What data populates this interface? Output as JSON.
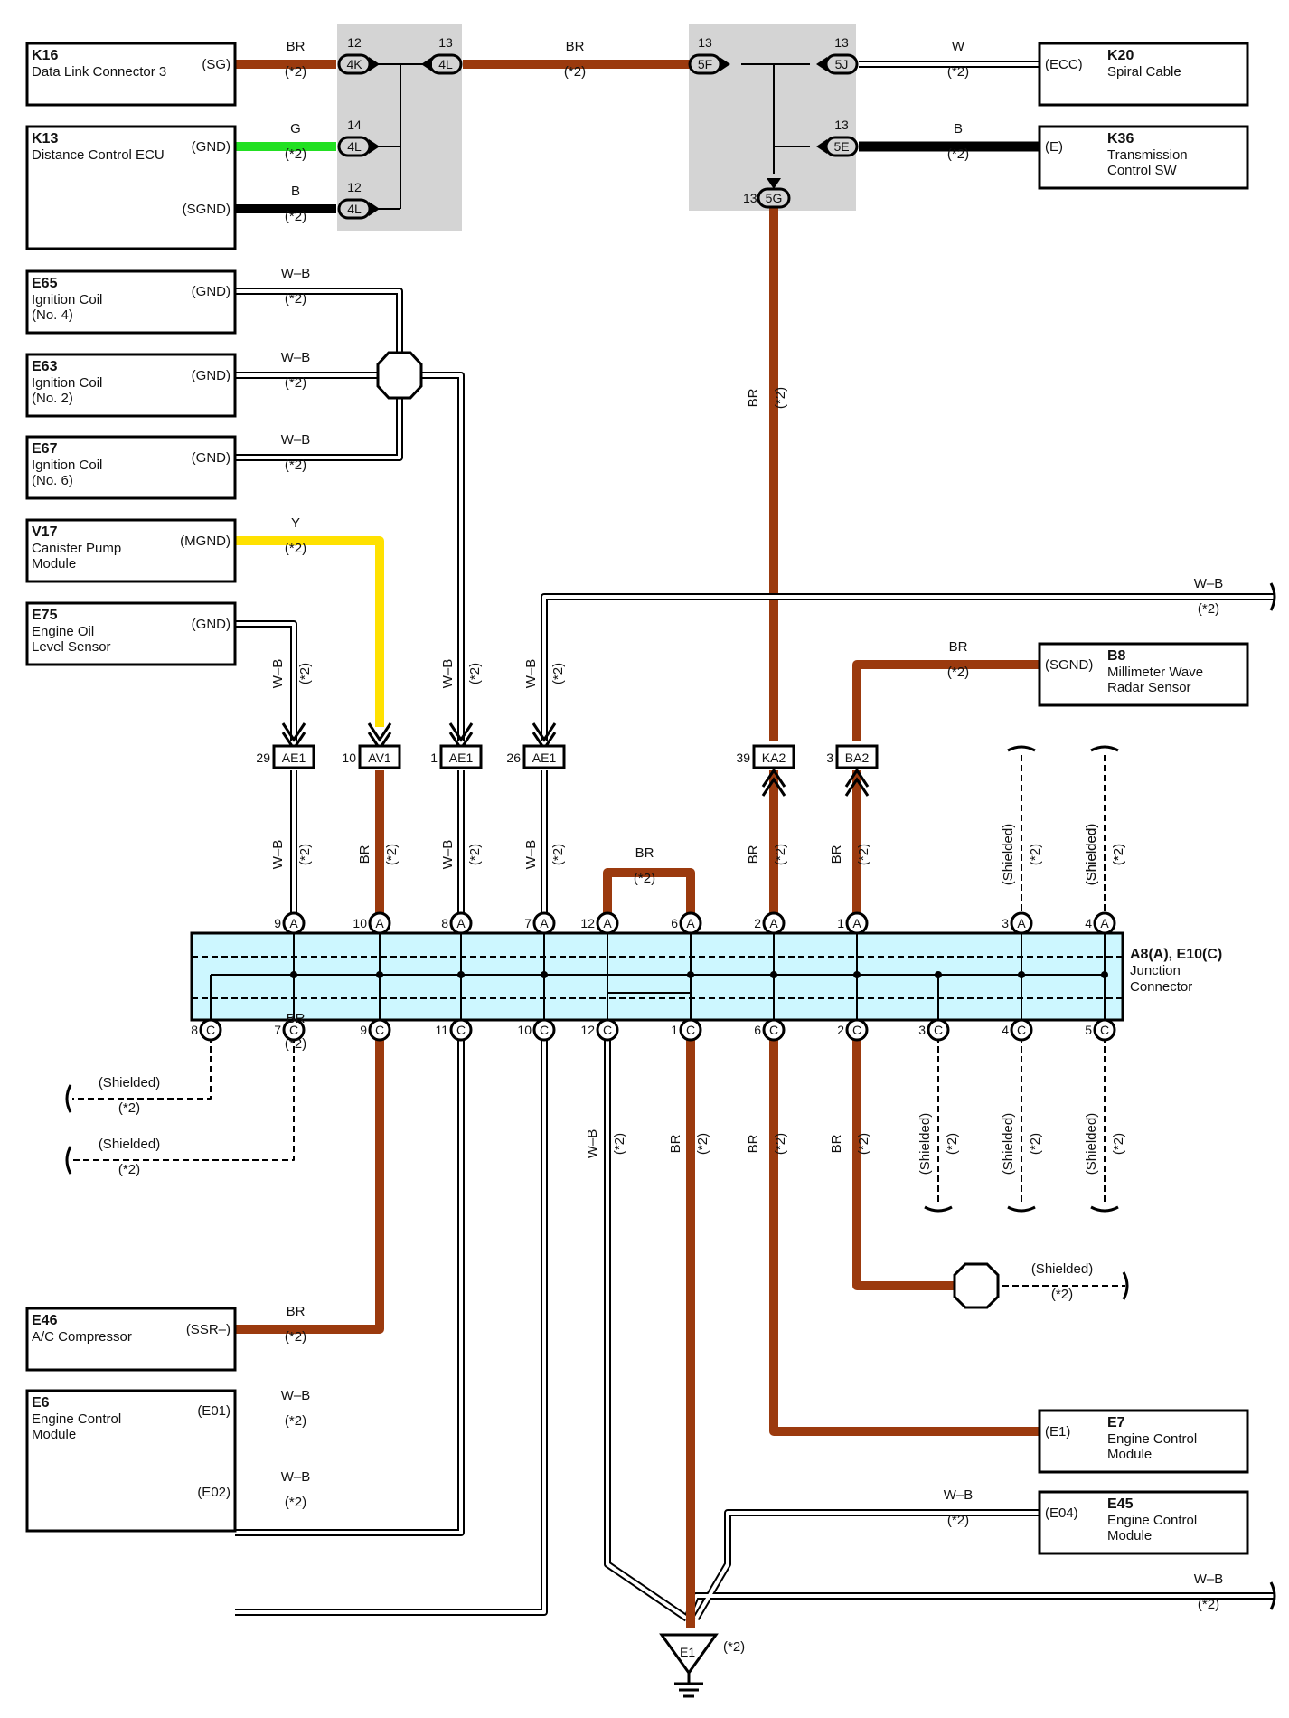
{
  "palette": {
    "BR": "#9b3a0e",
    "G": "#22e022",
    "B": "#000000",
    "Y": "#ffe100",
    "W": "#ffffff",
    "W-B": "#ffffff",
    "panel": "#d4d4d4",
    "jbar": "#cdf7ff"
  },
  "components": [
    {
      "id": "K16",
      "name": [
        "Data Link Connector 3"
      ],
      "terminals": [
        "(SG)"
      ]
    },
    {
      "id": "K13",
      "name": [
        "Distance Control ECU"
      ],
      "terminals": [
        "(GND)",
        "(SGND)"
      ]
    },
    {
      "id": "E65",
      "name": [
        "Ignition Coil",
        "(No. 4)"
      ],
      "terminals": [
        "(GND)"
      ]
    },
    {
      "id": "E63",
      "name": [
        "Ignition Coil",
        "(No. 2)"
      ],
      "terminals": [
        "(GND)"
      ]
    },
    {
      "id": "E67",
      "name": [
        "Ignition Coil",
        "(No. 6)"
      ],
      "terminals": [
        "(GND)"
      ]
    },
    {
      "id": "V17",
      "name": [
        "Canister Pump",
        "Module"
      ],
      "terminals": [
        "(MGND)"
      ]
    },
    {
      "id": "E75",
      "name": [
        "Engine Oil",
        "Level Sensor"
      ],
      "terminals": [
        "(GND)"
      ]
    },
    {
      "id": "E46",
      "name": [
        "A/C Compressor"
      ],
      "terminals": [
        "(SSR–)"
      ]
    },
    {
      "id": "E6",
      "name": [
        "Engine Control",
        "Module"
      ],
      "terminals": [
        "(E01)",
        "(E02)"
      ]
    },
    {
      "id": "K20",
      "name": [
        "Spiral Cable"
      ],
      "terminals": [
        "(ECC)"
      ]
    },
    {
      "id": "K36",
      "name": [
        "Transmission",
        "Control SW"
      ],
      "terminals": [
        "(E)"
      ]
    },
    {
      "id": "B8",
      "name": [
        "Millimeter Wave",
        "Radar Sensor"
      ],
      "terminals": [
        "(SGND)"
      ]
    },
    {
      "id": "E7",
      "name": [
        "Engine Control",
        "Module"
      ],
      "terminals": [
        "(E1)"
      ]
    },
    {
      "id": "E45",
      "name": [
        "Engine Control",
        "Module"
      ],
      "terminals": [
        "(E04)"
      ]
    }
  ],
  "wire_labels": [
    {
      "color": "BR",
      "note": "(*2)"
    },
    {
      "color": "G",
      "note": "(*2)"
    },
    {
      "color": "B",
      "note": "(*2)"
    },
    {
      "color": "BR",
      "note": "(*2)"
    },
    {
      "color": "W",
      "note": "(*2)"
    },
    {
      "color": "B",
      "note": "(*2)"
    },
    {
      "color": "W–B",
      "note": "(*2)"
    },
    {
      "color": "W–B",
      "note": "(*2)"
    },
    {
      "color": "W–B",
      "note": "(*2)"
    },
    {
      "color": "Y",
      "note": "(*2)"
    },
    {
      "color": "W–B",
      "note": "(*2)"
    },
    {
      "color": "BR",
      "note": "(*2)"
    },
    {
      "color": "BR",
      "note": "(*2)"
    },
    {
      "color": "BR",
      "note": "(*2)"
    },
    {
      "color": "W–B",
      "note": "(*2)"
    },
    {
      "color": "W–B",
      "note": "(*2)"
    },
    {
      "color": "W–B",
      "note": "(*2)"
    },
    {
      "color": "W–B",
      "note": "(*2)"
    },
    {
      "color": "(Shielded)",
      "note": "(*2)"
    }
  ],
  "vertical_labels": [
    {
      "color": "BR",
      "note": "(*2)"
    },
    {
      "color": "W–B",
      "note": "(*2)"
    },
    {
      "color": "W–B",
      "note": "(*2)"
    },
    {
      "color": "W–B",
      "note": "(*2)"
    },
    {
      "color": "W–B",
      "note": "(*2)"
    },
    {
      "color": "BR",
      "note": "(*2)"
    },
    {
      "color": "W–B",
      "note": "(*2)"
    },
    {
      "color": "W–B",
      "note": "(*2)"
    },
    {
      "color": "BR",
      "note": "(*2)"
    },
    {
      "color": "BR",
      "note": "(*2)"
    },
    {
      "color": "(Shielded)",
      "note": "(*2)"
    },
    {
      "color": "(Shielded)",
      "note": "(*2)"
    },
    {
      "color": "W–B",
      "note": "(*2)"
    },
    {
      "color": "BR",
      "note": "(*2)"
    },
    {
      "color": "BR",
      "note": "(*2)"
    },
    {
      "color": "BR",
      "note": "(*2)"
    },
    {
      "color": "(Shielded)",
      "note": "(*2)"
    },
    {
      "color": "(Shielded)",
      "note": "(*2)"
    },
    {
      "color": "(Shielded)",
      "note": "(*2)"
    }
  ],
  "extra_labels": [
    {
      "color": "BR",
      "note": "(*2)"
    },
    {
      "color": "(Shielded)",
      "note": "(*2)"
    },
    {
      "color": "(Shielded)",
      "note": "(*2)"
    },
    {
      "color": "(Shielded)",
      "note": "(*2)"
    }
  ],
  "panel_connectors": [
    {
      "pin": "12",
      "code": "4K"
    },
    {
      "pin": "13",
      "code": "4L"
    },
    {
      "pin": "14",
      "code": "4L"
    },
    {
      "pin": "12",
      "code": "4L"
    },
    {
      "pin": "13",
      "code": "5F"
    },
    {
      "pin": "13",
      "code": "5J"
    },
    {
      "pin": "13",
      "code": "5E"
    },
    {
      "pin": "13",
      "code": "5G"
    }
  ],
  "inline_connectors": [
    {
      "pin": "29",
      "code": "AE1"
    },
    {
      "pin": "10",
      "code": "AV1"
    },
    {
      "pin": "1",
      "code": "AE1"
    },
    {
      "pin": "26",
      "code": "AE1"
    },
    {
      "pin": "39",
      "code": "KA2"
    },
    {
      "pin": "3",
      "code": "BA2"
    }
  ],
  "junction": {
    "title": "A8(A), E10(C)",
    "subtitle": [
      "Junction",
      "Connector"
    ],
    "top_pins": [
      {
        "num": "9",
        "letter": "A"
      },
      {
        "num": "10",
        "letter": "A"
      },
      {
        "num": "8",
        "letter": "A"
      },
      {
        "num": "7",
        "letter": "A"
      },
      {
        "num": "12",
        "letter": "A"
      },
      {
        "num": "6",
        "letter": "A"
      },
      {
        "num": "2",
        "letter": "A"
      },
      {
        "num": "1",
        "letter": "A"
      },
      {
        "num": "3",
        "letter": "A"
      },
      {
        "num": "4",
        "letter": "A"
      }
    ],
    "bottom_pins": [
      {
        "num": "8",
        "letter": "C"
      },
      {
        "num": "7",
        "letter": "C"
      },
      {
        "num": "9",
        "letter": "C"
      },
      {
        "num": "11",
        "letter": "C"
      },
      {
        "num": "10",
        "letter": "C"
      },
      {
        "num": "12",
        "letter": "C"
      },
      {
        "num": "1",
        "letter": "C"
      },
      {
        "num": "6",
        "letter": "C"
      },
      {
        "num": "2",
        "letter": "C"
      },
      {
        "num": "3",
        "letter": "C"
      },
      {
        "num": "4",
        "letter": "C"
      },
      {
        "num": "5",
        "letter": "C"
      }
    ]
  },
  "ground": {
    "code": "E1",
    "note": "(*2)"
  }
}
